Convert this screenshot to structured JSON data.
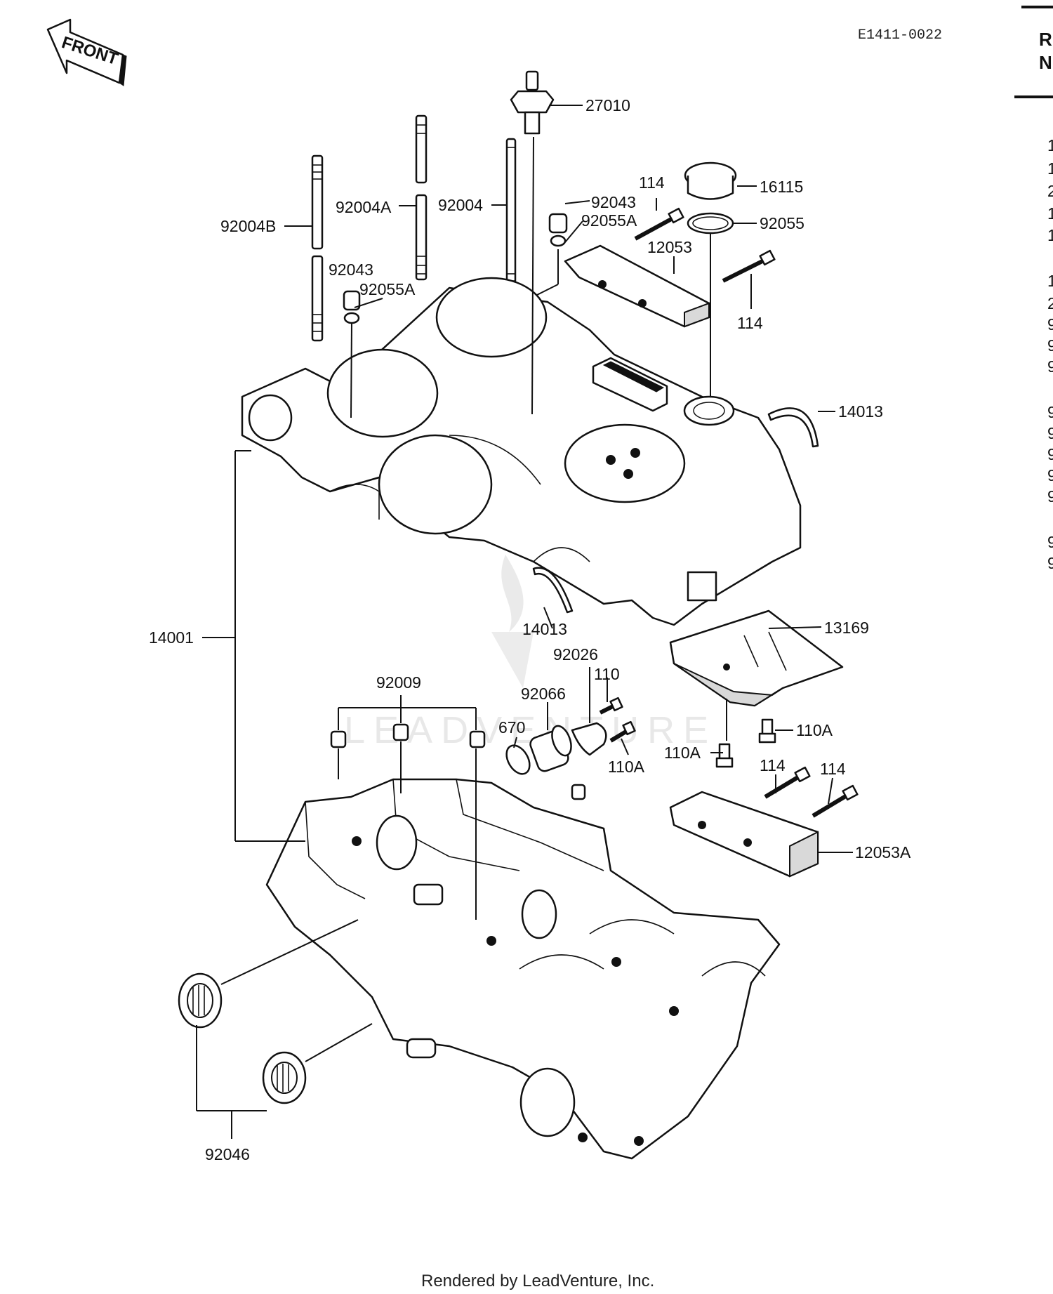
{
  "header": {
    "drawing_code": "E1411-0022",
    "front_arrow_label": "FRONT",
    "side_text_top": "R",
    "side_text_bottom": "N"
  },
  "watermark": "LEADVENTURE",
  "footer": "Rendered by LeadVenture, Inc.",
  "side_column_fragments": [
    "1",
    "1",
    "2",
    "1",
    "1",
    "1",
    "2",
    "9",
    "9",
    "9",
    "9",
    "9",
    "9",
    "9",
    "9",
    "9",
    "9"
  ],
  "callouts": {
    "p27010": "27010",
    "p92004B": "92004B",
    "p92004A": "92004A",
    "p92004": "92004",
    "p92043_top": "92043",
    "p92055A_top": "92055A",
    "p92043_left": "92043",
    "p92055A_left": "92055A",
    "p114_top": "114",
    "p16115": "16115",
    "p92055": "92055",
    "p12053": "12053",
    "p114_right": "114",
    "p14013_right": "14013",
    "p14013_mid": "14013",
    "p14001": "14001",
    "p13169": "13169",
    "p92026": "92026",
    "p110": "110",
    "p92066": "92066",
    "p92009": "92009",
    "p670": "670",
    "p110A_right": "110A",
    "p110A_mid": "110A",
    "p110A_low": "110A",
    "p114_low1": "114",
    "p114_low2": "114",
    "p12053A": "12053A",
    "p92046": "92046"
  }
}
